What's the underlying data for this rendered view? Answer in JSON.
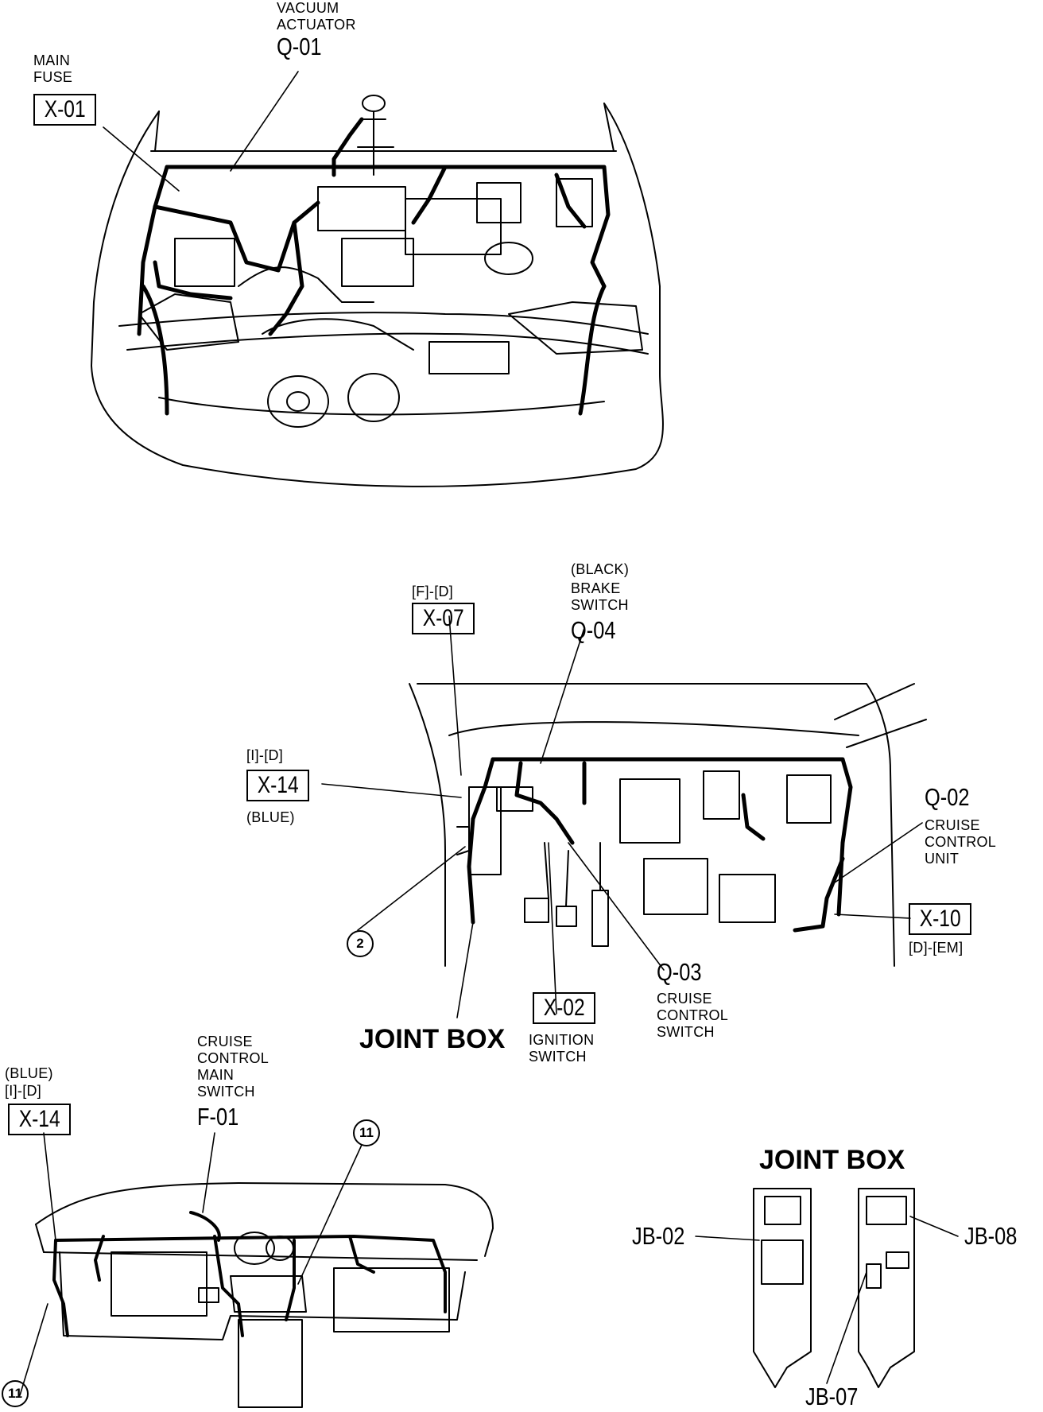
{
  "labels": {
    "vacuum_actuator": "VACUUM ACTUATOR",
    "q01": "Q-01",
    "main_fuse": "MAIN FUSE",
    "x01": "X-01",
    "ff_d": "[F]-[D]",
    "x07": "X-07",
    "black": "(BLACK)",
    "brake_switch": "BRAKE SWITCH",
    "q04": "Q-04",
    "id_top": "[I]-[D]",
    "x14_top": "X-14",
    "blue_top": "(BLUE)",
    "q02": "Q-02",
    "cruise_control_unit": "CRUISE CONTROL UNIT",
    "x10": "X-10",
    "d_em": "[D]-[EM]",
    "circle_2": "2",
    "q03": "Q-03",
    "cruise_control_switch": "CRUISE CONTROL SWITCH",
    "x02": "X-02",
    "ignition_switch": "IGNITION SWITCH",
    "joint_box_mid": "JOINT BOX",
    "blue_bottom": "(BLUE)",
    "id_bottom": "[I]-[D]",
    "x14_bottom": "X-14",
    "cruise_control_main_switch": "CRUISE CONTROL MAIN SWITCH",
    "f01": "F-01",
    "circle_11_top": "11",
    "circle_11_bottom": "11",
    "joint_box_right": "JOINT BOX",
    "jb02": "JB-02",
    "jb08": "JB-08",
    "jb07": "JB-07"
  }
}
